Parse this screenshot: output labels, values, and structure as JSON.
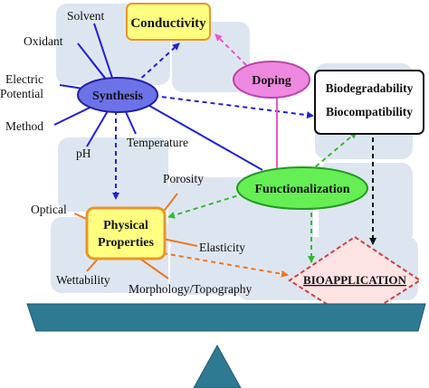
{
  "nodes": {
    "conductivity": "Conductivity",
    "synthesis": "Synthesis",
    "doping": "Doping",
    "biodegradability": "Biodegradability",
    "biocompatibility": "Biocompatibility",
    "functionalization": "Functionalization",
    "physical_line1": "Physical",
    "physical_line2": "Properties",
    "bioapplication": "BIOAPPLICATION"
  },
  "synthesis_factors": {
    "solvent": "Solvent",
    "oxidant": "Oxidant",
    "electric_line1": "Electric",
    "electric_line2": "Potential",
    "method": "Method",
    "ph": "pH",
    "temperature": "Temperature"
  },
  "property_factors": {
    "optical": "Optical",
    "porosity": "Porosity",
    "elasticity": "Elasticity",
    "wettability": "Wettability",
    "morphology": "Morphology/Topography"
  },
  "colors": {
    "panel": "#dde6f0",
    "conductivity_fill": "#ffff80",
    "synthesis_fill": "#6b73e6",
    "doping_fill": "#ee88e0",
    "functionalization_fill": "#66ee55",
    "physical_fill": "#ffff80",
    "physical_border": "#e8962c",
    "bioapp_border": "#d04040",
    "seesaw": "#2e7a93",
    "blue_link": "#2020dd",
    "pink_link": "#ee55cc",
    "green_link": "#33bb33",
    "orange_link": "#ee7722"
  }
}
